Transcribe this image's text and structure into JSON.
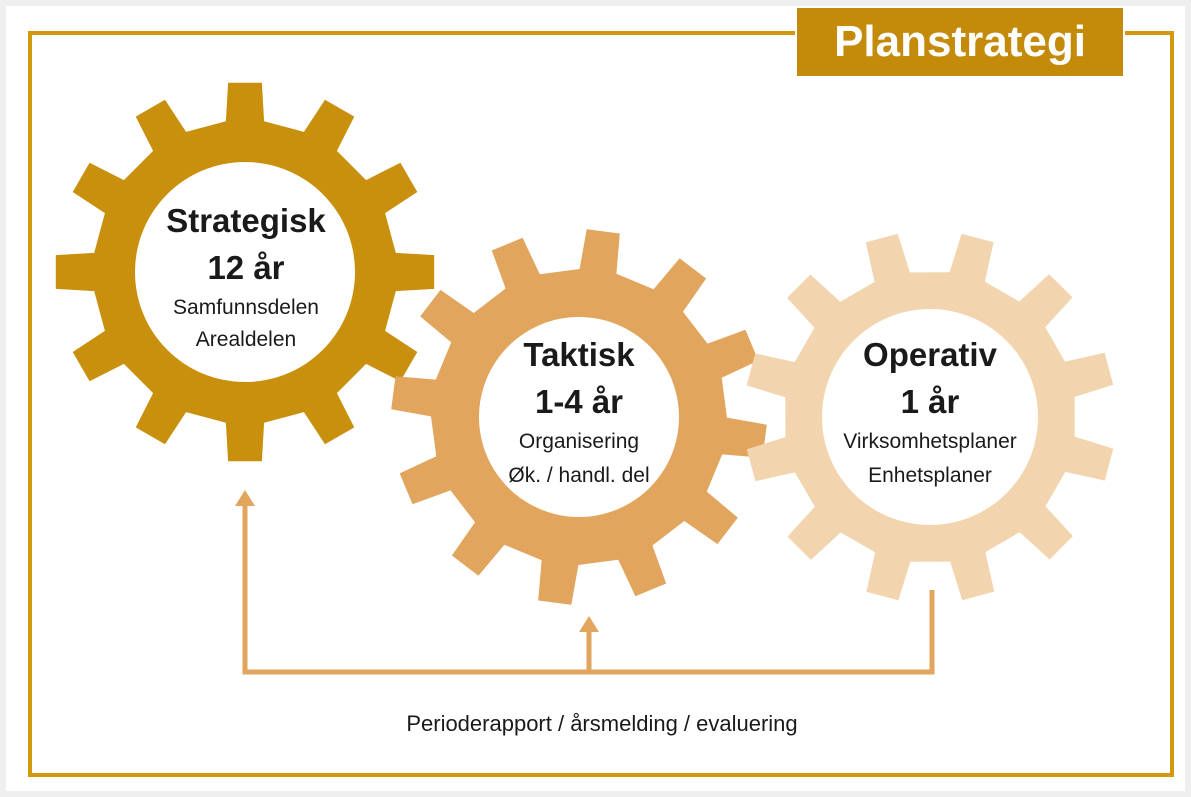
{
  "title": "Planstrategi",
  "colors": {
    "frame": "#D4980E",
    "gear_strategic": "#C8900C",
    "gear_tactical": "#E2A55E",
    "gear_operative": "#F2D5AE",
    "feedback_line": "#E2A55E",
    "title_bg": "#C48A0A"
  },
  "gears": [
    {
      "title": "Strategisk",
      "period": "12 år",
      "line1": "Samfunnsdelen",
      "line2": "Arealdelen"
    },
    {
      "title": "Taktisk",
      "period": "1-4 år",
      "line1": "Organisering",
      "line2": "Øk. / handl. del"
    },
    {
      "title": "Operativ",
      "period": "1 år",
      "line1": "Virksomhetsplaner",
      "line2": "Enhetsplaner"
    }
  ],
  "feedback_label": "Perioderapport / årsmelding / evaluering"
}
